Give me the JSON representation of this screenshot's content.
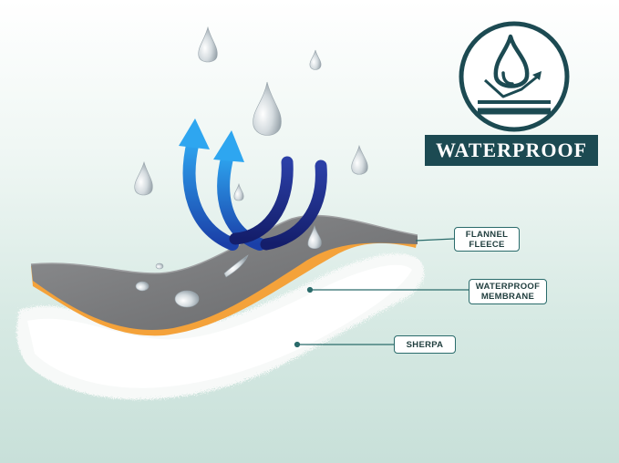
{
  "badge": {
    "label": "WATERPROOF",
    "icon": "water-drop-shield-icon",
    "color": "#1c4a52"
  },
  "layers": [
    {
      "name": "flannel",
      "label": "FLANNEL\nFLEECE",
      "color": "#7d7e80"
    },
    {
      "name": "membrane",
      "label": "WATERPROOF\nMEMBRANE",
      "color": "#f4a23a"
    },
    {
      "name": "sherpa",
      "label": "SHERPA",
      "color": "#ffffff"
    }
  ],
  "arrows": {
    "icon": "breathable-arrows-icon",
    "colors": [
      "#1f8ee0",
      "#1b2f8c"
    ]
  },
  "colors": {
    "accent": "#2a6b6b",
    "background": "#d6e9e3"
  }
}
